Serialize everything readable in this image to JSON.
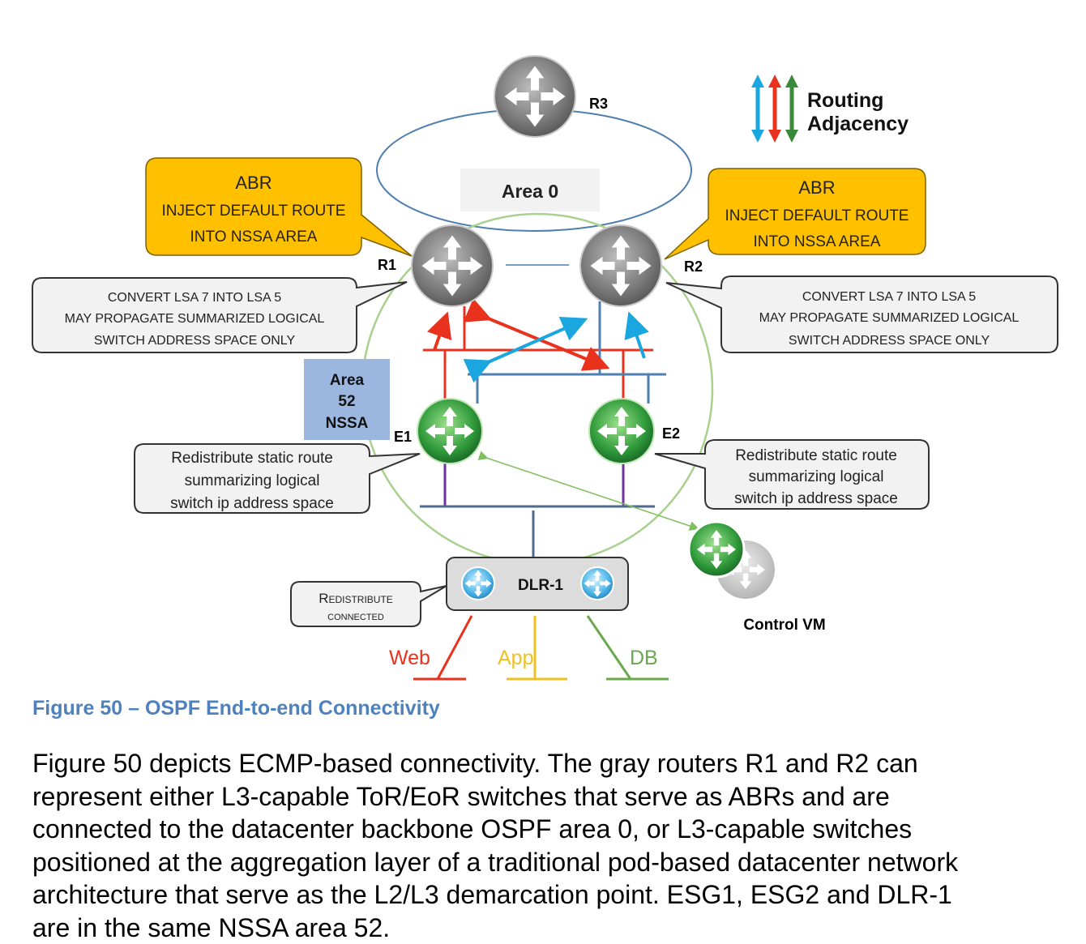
{
  "legend": {
    "line1": "Routing",
    "line2": "Adjacency",
    "arrow_colors": [
      "#1aa6df",
      "#e8321e",
      "#3a8a3a"
    ]
  },
  "routers": {
    "r3": "R3",
    "r1": "R1",
    "r2": "R2",
    "e1": "E1",
    "e2": "E2",
    "dlr": "DLR-1",
    "control_vm": "Control VM"
  },
  "areas": {
    "area0": "Area 0",
    "area52": {
      "line1": "Area",
      "line2": "52",
      "line3": "NSSA"
    }
  },
  "callouts": {
    "abr_left": {
      "title": "ABR",
      "line1": "INJECT DEFAULT ROUTE",
      "line2": "INTO NSSA AREA"
    },
    "abr_right": {
      "title": "ABR",
      "line1": "INJECT DEFAULT ROUTE",
      "line2": "INTO NSSA AREA"
    },
    "convert_left": {
      "line1": "CONVERT LSA 7 INTO LSA 5",
      "line2": "MAY PROPAGATE SUMMARIZED LOGICAL",
      "line3": "SWITCH ADDRESS SPACE ONLY"
    },
    "convert_right": {
      "line1": "CONVERT LSA 7 INTO LSA 5",
      "line2": "MAY PROPAGATE SUMMARIZED LOGICAL",
      "line3": "SWITCH ADDRESS SPACE ONLY"
    },
    "redist_left": {
      "line1": "Redistribute static route",
      "line2": "summarizing logical",
      "line3": "switch ip address space"
    },
    "redist_right": {
      "line1": "Redistribute static route",
      "line2": "summarizing logical",
      "line3": "switch ip address space"
    },
    "redist_connected": {
      "line1": "Redistribute",
      "line2": "connected"
    }
  },
  "segments": {
    "web": {
      "label": "Web",
      "color": "#e8321e"
    },
    "app": {
      "label": "App",
      "color": "#f0c020"
    },
    "db": {
      "label": "DB",
      "color": "#6aa84f"
    }
  },
  "colors": {
    "abr_fill": "#ffc000",
    "area52_fill": "#9bb7e0",
    "area_circle": "#a9d18e"
  },
  "caption": "Figure 50 – OSPF End-to-end Connectivity",
  "paragraph": "Figure 50 depicts ECMP-based connectivity. The gray routers R1 and R2 can\nrepresent either L3-capable ToR/EoR switches that serve as ABRs and are\nconnected to the datacenter backbone OSPF area 0, or L3-capable switches\npositioned at the aggregation layer of a traditional pod-based datacenter network\narchitecture that serve as the L2/L3 demarcation point. ESG1, ESG2 and DLR-1\nare in the same NSSA area 52."
}
